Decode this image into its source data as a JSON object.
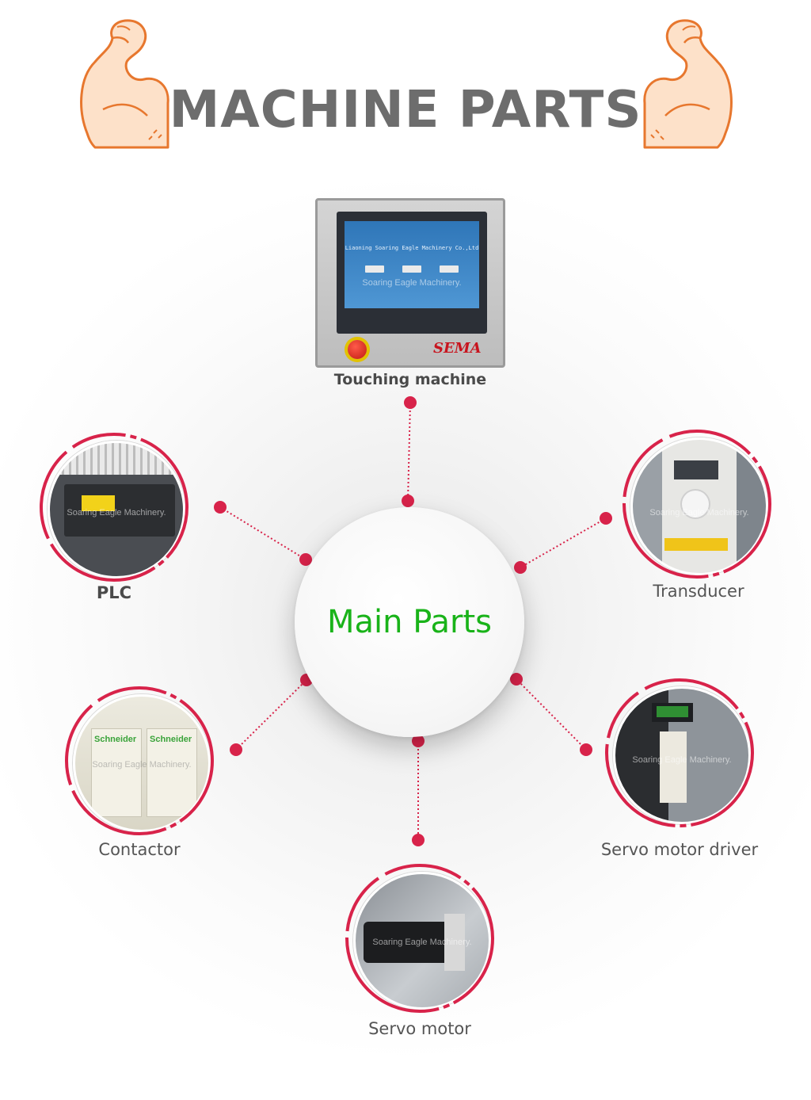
{
  "title": "MACHINE PARTS",
  "center_label": "Main Parts",
  "accent_color": "#d8234a",
  "center_text_color": "#19b319",
  "watermark": "Soaring Eagle Machinery.",
  "parts": [
    {
      "label": "Touching machine",
      "icon": "touch-panel-photo"
    },
    {
      "label": "PLC",
      "icon": "plc-photo"
    },
    {
      "label": "Transducer",
      "icon": "transducer-photo"
    },
    {
      "label": "Contactor",
      "icon": "contactor-photo"
    },
    {
      "label": "Servo motor driver",
      "icon": "servo-driver-photo"
    },
    {
      "label": "Servo motor",
      "icon": "servo-motor-photo"
    }
  ],
  "decorations": {
    "left": "flexed-arm-icon",
    "right": "flexed-arm-icon"
  },
  "hmi_screen": {
    "company": "Liaoning Soaring Eagle Machinery Co.,Ltd",
    "brand": "SEMA"
  }
}
